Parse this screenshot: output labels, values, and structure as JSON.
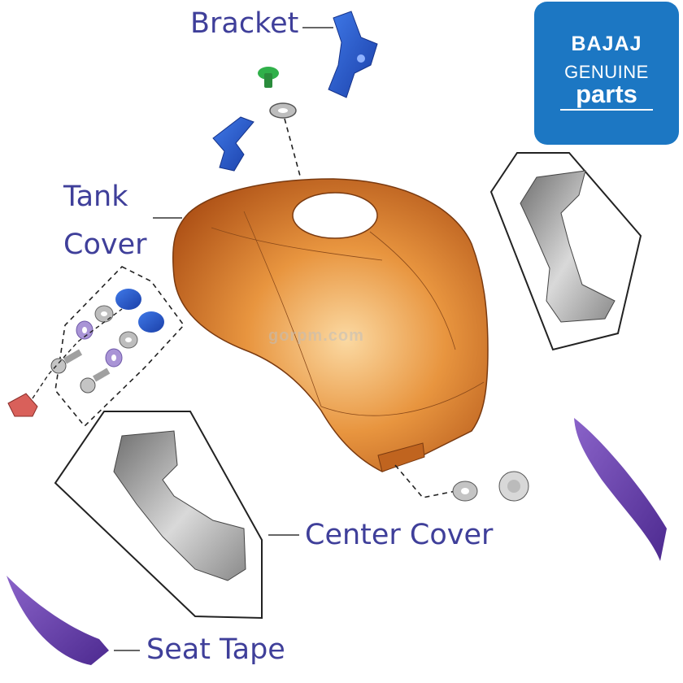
{
  "labels": {
    "bracket": "Bracket",
    "tank_cover_line1": "Tank",
    "tank_cover_line2": "Cover",
    "center_cover": "Center Cover",
    "seat_tape": "Seat Tape"
  },
  "logo": {
    "brand": "BAJAJ",
    "line2": "GENUINE",
    "line3": "parts"
  },
  "watermark": "gorpm.com",
  "colors": {
    "label_text": "#3f3f9a",
    "logo_bg": "#1c77c3",
    "tank_cover": "#d9762c",
    "bracket": "#2a5fd0",
    "seat_tape": "#6b3fa8",
    "center_cover": "#9a9a9a",
    "grommet_blue": "#2f63d6",
    "washer_purple": "#9b86c9",
    "cap_red": "#d9605a"
  }
}
